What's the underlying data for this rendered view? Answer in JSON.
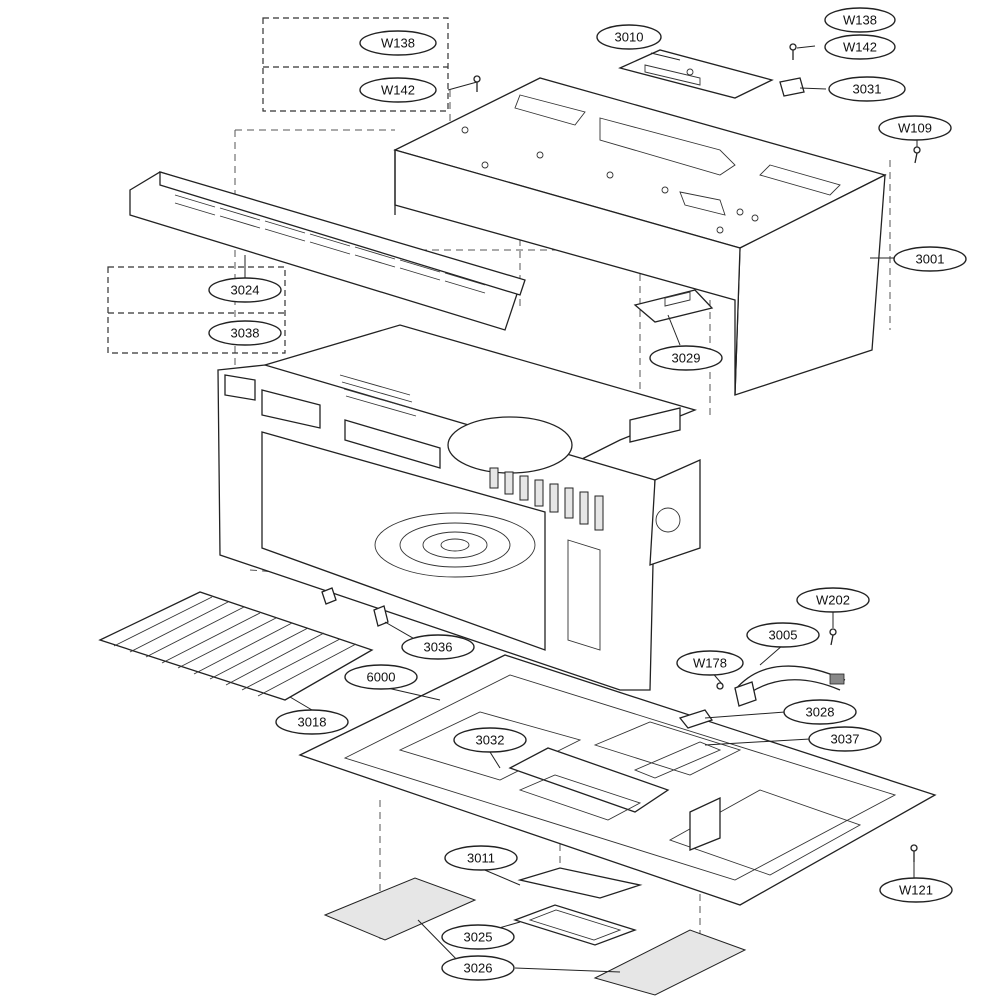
{
  "callouts": {
    "w138_top": "W138",
    "w142_top": "W142",
    "p3010": "3010",
    "p3031": "3031",
    "w109": "W109",
    "p3001": "3001",
    "p3029": "3029",
    "w138_box": "W138",
    "w142_box": "W142",
    "p3024": "3024",
    "p3038": "3038",
    "p3036": "3036",
    "p3018": "3018",
    "p6000": "6000",
    "w202": "W202",
    "p3005": "3005",
    "w178": "W178",
    "p3028": "3028",
    "p3037": "3037",
    "p3032": "3032",
    "p3011": "3011",
    "w121": "W121",
    "p3025": "3025",
    "p3026": "3026"
  }
}
